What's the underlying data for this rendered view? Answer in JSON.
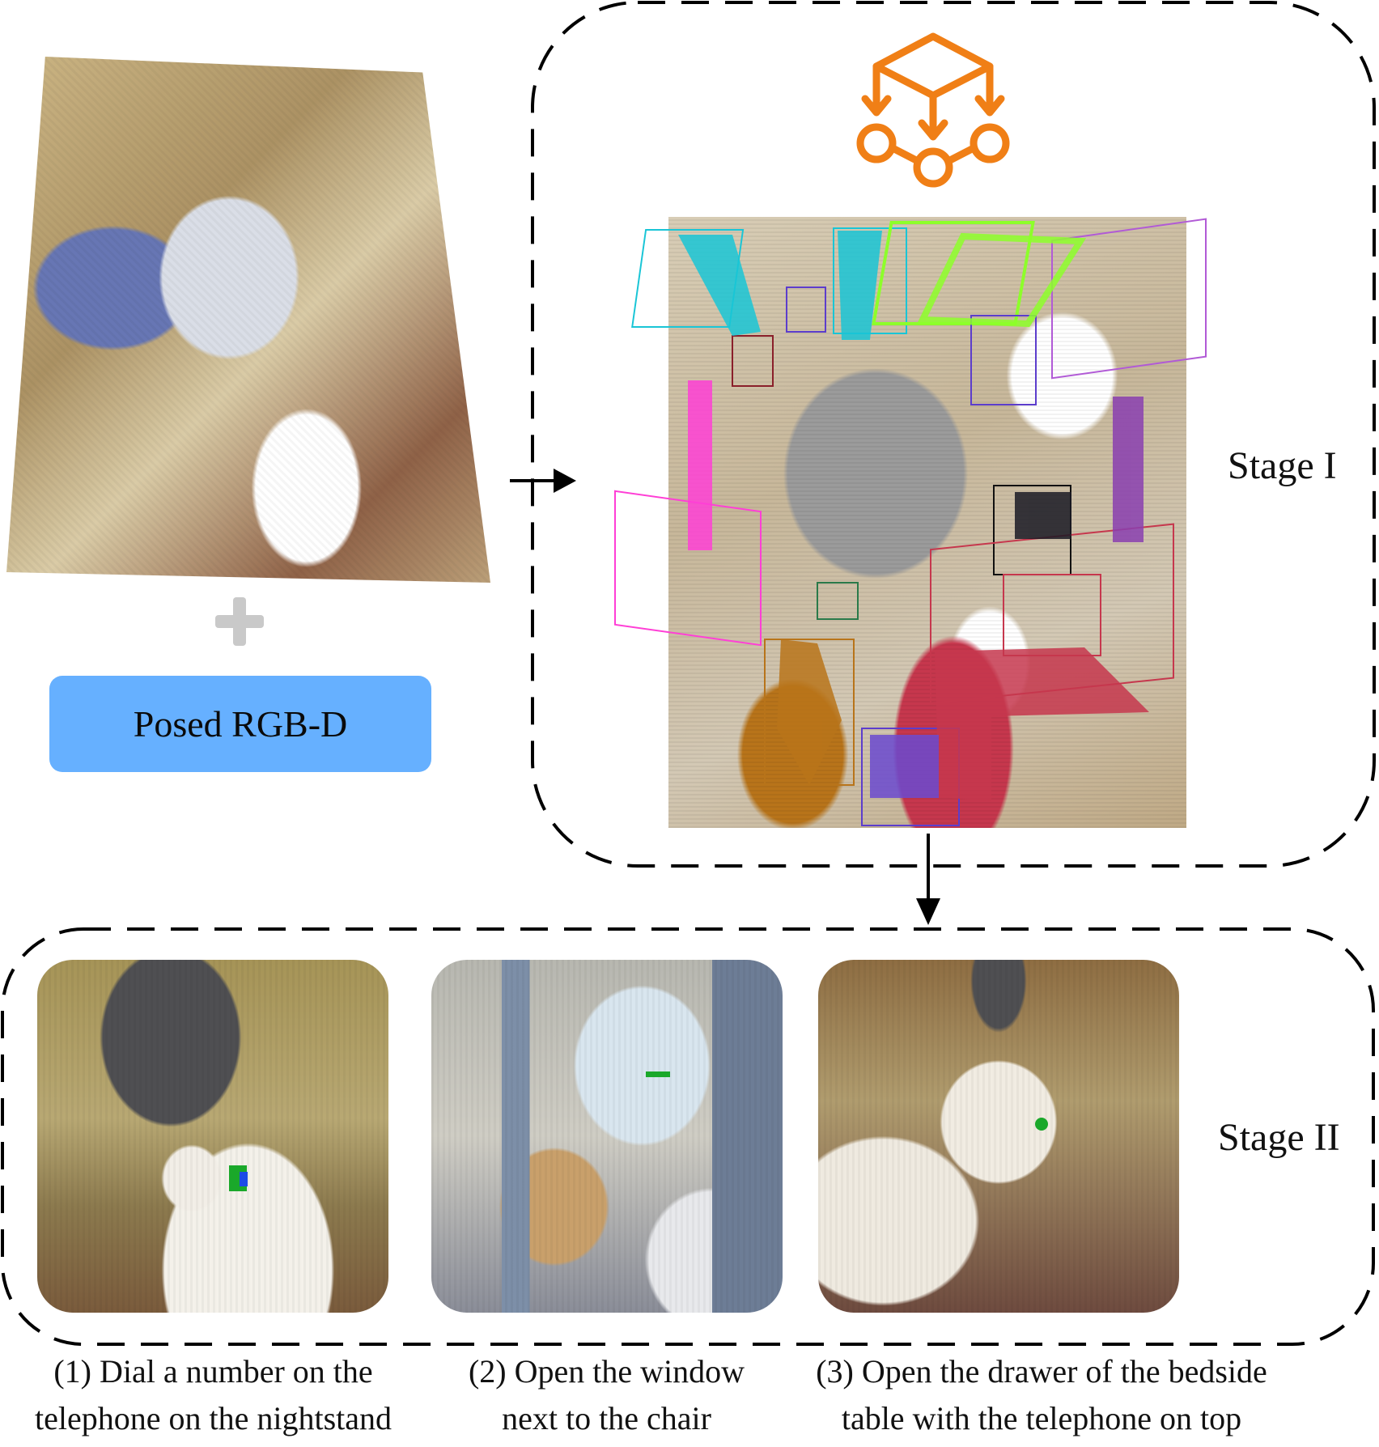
{
  "input": {
    "button_label": "Posed RGB-D"
  },
  "stage1": {
    "label": "Stage I",
    "icon_color": "#f07f16"
  },
  "stage2": {
    "label": "Stage II",
    "tasks": [
      {
        "line1": "(1) Dial a number on the",
        "line2": "telephone on the nightstand"
      },
      {
        "line1": "(2) Open the window",
        "line2": "next to the chair"
      },
      {
        "line1": "(3) Open the drawer of the bedside",
        "line2": "table with the telephone on top"
      }
    ]
  },
  "colors": {
    "button_fill": "#66b0ff",
    "dashed_border": "#000000",
    "bbox_colors": [
      "#19c5d6",
      "#ff3fd6",
      "#8dff2a",
      "#5c3dcc",
      "#c6374d",
      "#b8741a",
      "#2a7a4a"
    ]
  }
}
